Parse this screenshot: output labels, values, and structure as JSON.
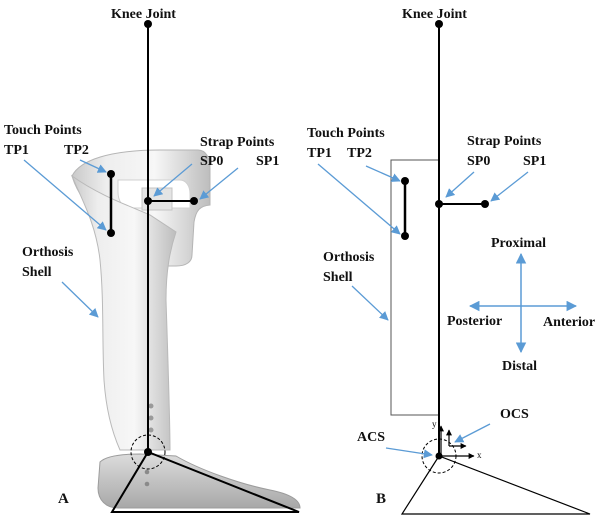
{
  "panel_a": {
    "letter": "A",
    "knee": "Knee Joint",
    "touch_title": "Touch Points",
    "tp1": "TP1",
    "tp2": "TP2",
    "strap_title": "Strap Points",
    "sp0": "SP0",
    "sp1": "SP1",
    "orthosis_1": "Orthosis",
    "orthosis_2": "Shell"
  },
  "panel_b": {
    "letter": "B",
    "knee": "Knee Joint",
    "touch_title": "Touch Points",
    "tp1": "TP1",
    "tp2": "TP2",
    "strap_title": "Strap Points",
    "sp0": "SP0",
    "sp1": "SP1",
    "orthosis_1": "Orthosis",
    "orthosis_2": "Shell",
    "proximal": "Proximal",
    "distal": "Distal",
    "posterior": "Posterior",
    "anterior": "Anterior",
    "ocs": "OCS",
    "acs": "ACS",
    "axis_y": "y",
    "axis_x": "x"
  },
  "colors": {
    "arrow": "#5b9bd5",
    "line": "#000000"
  }
}
